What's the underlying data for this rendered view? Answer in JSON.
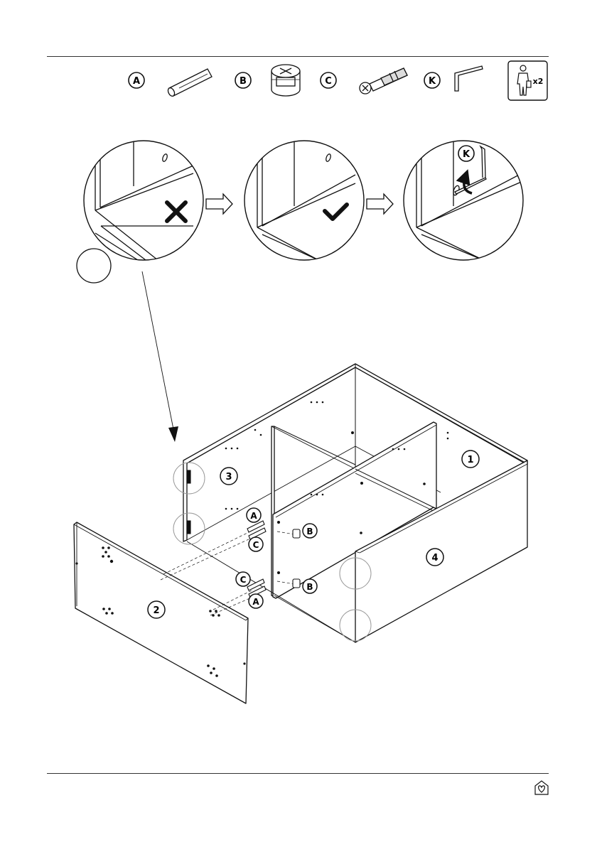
{
  "parts_header": {
    "items": [
      {
        "label": "A",
        "name": "wooden-dowel"
      },
      {
        "label": "B",
        "name": "cam-lock-nut"
      },
      {
        "label": "C",
        "name": "cam-bolt"
      },
      {
        "label": "K",
        "name": "allen-key"
      }
    ],
    "people": {
      "count": "x2",
      "icon": "person-icon"
    }
  },
  "detail_steps": {
    "wrong_icon": "cross-icon",
    "right_icon": "check-icon",
    "tool_label": "K"
  },
  "panels": {
    "p1": "1",
    "p2": "2",
    "p3": "3",
    "p4": "4"
  },
  "callouts": {
    "a_top": "A",
    "c_top": "C",
    "b_top": "B",
    "c_bottom": "C",
    "a_bottom": "A",
    "b_bottom": "B"
  },
  "footer": {
    "logo_icon": "house-heart-logo-icon"
  },
  "colors": {
    "ink": "#111111",
    "paper": "#ffffff",
    "frame": "#dddddd"
  }
}
